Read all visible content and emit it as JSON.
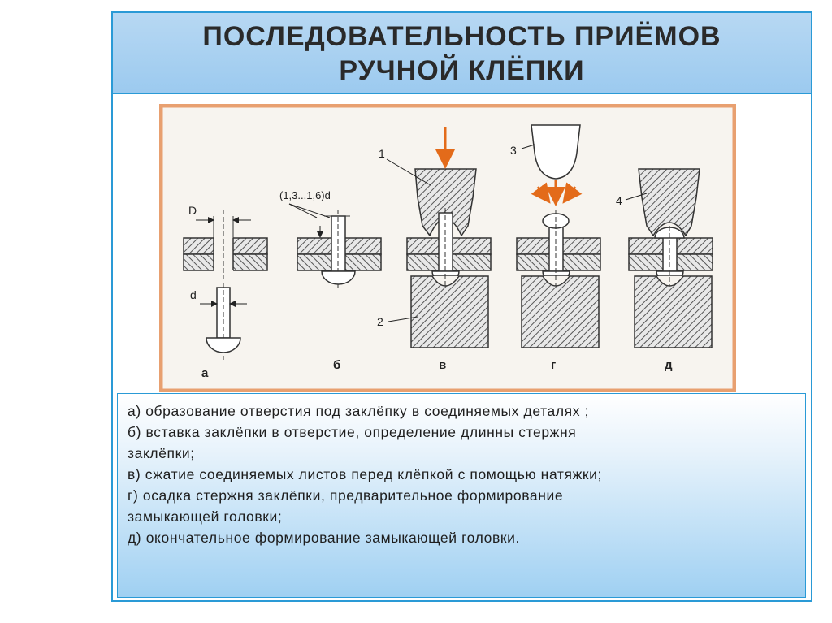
{
  "title": {
    "line1": "ПОСЛЕДОВАТЕЛЬНОСТЬ ПРИЁМОВ",
    "line2": "РУЧНОЙ КЛЁПКИ"
  },
  "figure": {
    "labels": {
      "D": "D",
      "d": "d",
      "length": "(1,3...1,6)d",
      "n1": "1",
      "n2": "2",
      "n3": "3",
      "n4": "4"
    },
    "stage_labels": [
      "а",
      "б",
      "в",
      "г",
      "д"
    ]
  },
  "captions": [
    "а) образование отверстия под заклёпку в соединяемых деталях ;",
    "б) вставка заклёпки в отверстие, определение длинны стержня",
    "заклёпки;",
    "в) сжатие соединяемых листов перед клёпкой с помощью натяжки;",
    "г) осадка стержня заклёпки, предварительное формирование",
    "замыкающей головки;",
    "д) окончательное формирование замыкающей головки."
  ],
  "colors": {
    "accent": "#2a9ad6",
    "figure_border": "#e8a070",
    "hatch": "#555555"
  }
}
